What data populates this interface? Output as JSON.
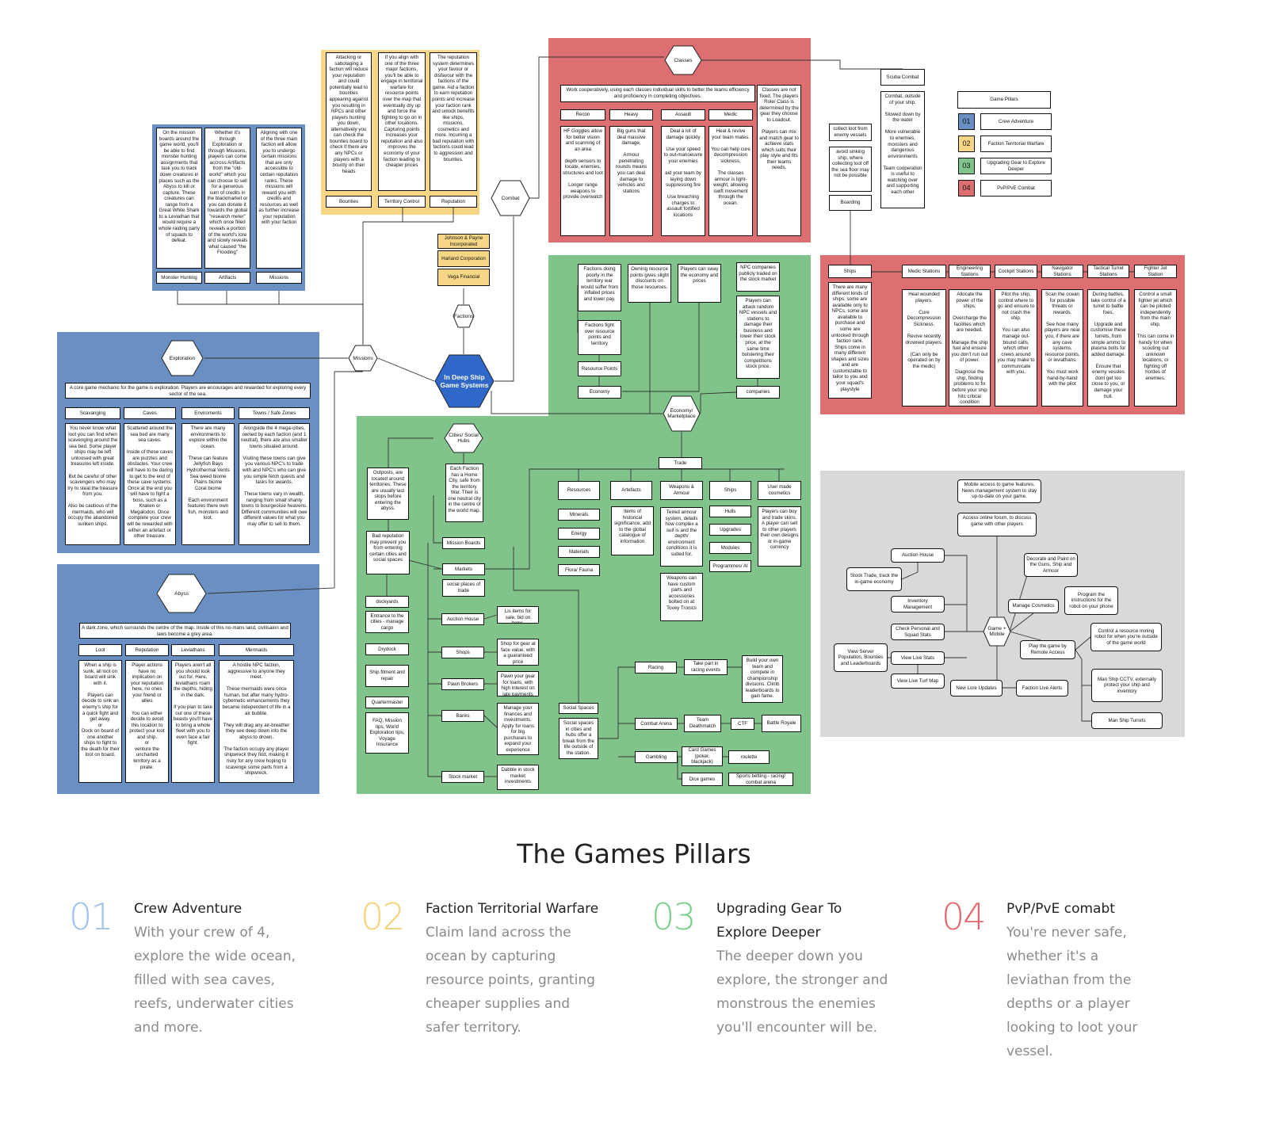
{
  "colors": {
    "blue": "#6a8fc2",
    "yellow": "#f7d786",
    "green": "#80c48c",
    "red": "#dd6e72",
    "grey": "#d9d9d9",
    "hub": "#2f68c8"
  },
  "hubs": {
    "core": "In Deep Ship\nGame Systems",
    "factions": "Factions",
    "missions": "Missions",
    "exploration": "Exploration",
    "abyss": "Abyss",
    "combat": "Combat",
    "classes": "Classes",
    "cities": "Cities/ Social\nHubs",
    "economy": "Economy/\nMarketplace",
    "game_mobile": "Game +\nMobile"
  },
  "factions_list": [
    "Johnson & Payne Incorporated",
    "Harland Corporation",
    "Vega Financial"
  ],
  "missions_top": {
    "cols": [
      {
        "text": "On the mission boards around the game world, you'll be able to find monster hunting assignments that task you to track down creatures in places such as the Abyss to kill or capture. These creatures can range from a Great White Shark to a Leviathan that would require a whole raiding party of squads to defeat.",
        "label": "Monster Hunting"
      },
      {
        "text": "Whether it's through Exploration or through Missions, players can come accross Artifacts from the \"old-world\" which you can choose to sell for a generous sum of credits in the blackmarket or you can donate it towards the global \"research meter\" which once filled reveals a portion of the world's lore and slowly reveals what caused \"the Flooding\"",
        "label": "Artifacts"
      },
      {
        "text": "Aligning with one of the three main faction will allow you to undergo certain missions that are only accessible to certain reputation ranks. These missions will reward you with credits and resources as well as further increase your reputation with your faction",
        "label": "Missions"
      }
    ]
  },
  "factions_top": {
    "cols": [
      {
        "text": "Attacking or sabotaging a faction will reduce your reputation and could potentially lead to bounties appearing against you resulting in NPCs and other players hunting you down, alternatively you can check the bounties board to check if there are any NPCs or players with a bounty on their heads",
        "label": "Bounties"
      },
      {
        "text": "If you align with one of the three major factions, you'll be able to engage in territorial warfare for resource points over the map that eventually dry up and force the fighting to go on in other locations. Capturing points increases your reputation and also improves the economy of your faction leading to cheaper prices",
        "label": "Territory Control"
      },
      {
        "text": "The reputation system determines your favour or disfavour with the factions of the game. Aid a faction to earn reputation points and increase your faction rank and unlock benefits like ships, missions, cosmetics and more. Incurring a bad reputation with factions could lead to aggression and bounties.",
        "label": "Reputation"
      }
    ]
  },
  "exploration": {
    "intro": "A core game mechanic for the game is exploration. Players are encourages and rewarded for exploring every sector of the sea.",
    "cols": [
      {
        "label": "Scavanging",
        "text": "You never know what loot you can find when scavenging around the sea bed. Some player ships may be left unloosed with great treasures left inside.\n\nBut be careful of other scavengers who may try to steal the treasure from you.\n\nAlso be cautious of the mermaids, who will occupy the abandoned sunken ships."
      },
      {
        "label": "Caves",
        "text": "Scattered around the sea bed are many sea caves.\n\nInside of these caves are puzzles and obstacles. Your crew will have to be daring to get to the end of these cave systems. Once at the end you will have to fight a boss, such as a Kraken or Megalodon. Once complete your crew will be rewarded with either an artefact or other treasure."
      },
      {
        "label": "Enviroments",
        "text": "There are many environments to explore within the ocean.\n\nThese can feature Jellyfish Bays\nHydrothermal Vents\nSea weed biome\nPlains biome\nCoral biome\n\nEach environment features there own fish, monsters and loot."
      },
      {
        "label": "Towns / Safe Zones",
        "text": "Alongside the 4 mega-cities, owned by each faction (and 1 neutral), there are also smaller towns situated around.\n\nVisiting these towns  can give you various NPC's to trade with and NPC's who can give you simple fetch quests and tasks for awards.\n\nThese towns vary in wealth, ranging from small shanty towns to bourgeoisie heavens. Different communities will owe different values for what you may offer to sell to them."
      }
    ]
  },
  "abyss": {
    "intro": "A dark zone, which surrounds the centre of the map. Inside of this no-mans land, civilisaion and laws become a grey area.",
    "cols": [
      {
        "label": "Loot",
        "text": "When a ship is sunk, all loot on board will sink with it.\n\nPlayers can decide to sink an enemy's ship for a quick fight and get away.\nor\nDock on board of one another ships to fight to the death for their loot on board."
      },
      {
        "label": "Reputation",
        "text": "Player actions have no implication on your reputation here, no ones your friend or allies\n\nYou can either decide to avoid this location to protect your loot and ship.\nor\nventure the uncharted territory as a pirate."
      },
      {
        "label": "Leviathans",
        "text": "Players aren't all you should look out for. Here, leviathans roam the depths, hiding in the dark.\n\nIf you plan to take out one of these beasts you'll have to bring a whole fleet with you to even face a fair fight."
      },
      {
        "label": "Mermaids",
        "text": "A hostile NPC faction, aggressive to anyone they meet.\n\nThese mermaids were once human, but after many hydro-cybernetic enhancements they became independent of life in a air bubble.\n\nThey will drag any air-breather they see deep down into the abyss to drown.\n\nThe faction occupy any player shipwreck they find, making it risky for any crew hoping to scavenge some parts from a shipwreck."
      }
    ]
  },
  "classes": {
    "intro": "Work cooperatively, using each classes individual skills to better the teams efficiency and proficiency in completing objectives.",
    "cols": [
      {
        "label": "Recon",
        "text": "HF Goggles allow for better vision and scanning of an area\n\ndepth sensors to locate, enemies, structures and loot\n\nLonger range weapons to provide overwatch"
      },
      {
        "label": "Heavy",
        "text": "Big guns that deal massive damage,\n\nArmour penetrating rounds means you can deal damage to vehicles and stations"
      },
      {
        "label": "Assault",
        "text": "Deal a lot of damage quickly\n\nUse your speed to out-manoeuvre your enemies\n\naid your team by laying down suppressing fire\n\nUse breaching charges to assault fortified locations"
      },
      {
        "label": "Medic",
        "text": "Heal & revive your team mates.\n\nYou can help cure decompression sickness,\n\nThe classes armour is light-weight, allowing swift movement through the ocean."
      }
    ],
    "side": "Classes are not fixed. The players Role/ Class is determined by the gear they choose to Loadout.\n\nPlayers can mix and match gear to achieve stats which suits their play style and fits their teams needs."
  },
  "scuba": {
    "label": "Scuba Combat",
    "text": "Combat, outside of your ship.\n\nSlowed down by the water\n\nMore vulnerable to enemies, monsters and dangerous environments\n\nTeam cooperation is useful to watching over and supporting each other"
  },
  "boarding": {
    "label": "Boarding",
    "a": "collect loot from enemy vessels",
    "b": "avoid sinking ship, where collecting loot off the sea floor may not be possible"
  },
  "legend": {
    "title": "Game Pillars",
    "rows": [
      {
        "num": "01",
        "label": "Crew Adventure",
        "color": "#6a8fc2"
      },
      {
        "num": "02",
        "label": "Faction Territorial Warfare",
        "color": "#f7d786"
      },
      {
        "num": "03",
        "label": "Upgrading Gear to Explore Deeper",
        "color": "#80c48c"
      },
      {
        "num": "04",
        "label": "PvP/PvE Combat",
        "color": "#dd6e72"
      }
    ]
  },
  "ships": {
    "cols": [
      {
        "label": "Ships",
        "text": "There are many different kinds of ships, some are available only to NPCs, some are available to purchase and some are unlocked through faction rank. Ships come in many different shapes and sizes and are customizable to tailor to you and your squad's playstyle"
      },
      {
        "label": "Medic Stations",
        "text": "Heal wounded players.\n\nCure Decompression Sickness.\n\nRevive recently drowned players.\n\n(Can only be operated on by the medic)"
      },
      {
        "label": "Engineering Stations",
        "text": "Allocate the power of the ships.\n\nOvercharge the facilities which are needed.\n\nManage the ship fuel and ensure you don't run out of power.\n\nDiagnose the ship, finding problems to fix before your ship hits critical condition"
      },
      {
        "label": "Cockpit Stations",
        "text": "Pilot the ship, control where to go and ensure to not crash the ship.\n\nYou can also manage out-bound calls, which other crews around you may make to communicate with you."
      },
      {
        "label": "Navigator Stations",
        "text": "Scan the ocean for possible threats or rewards.\n\nSee how many players are near you, if there are any cave systems, resource points, or leviathans.\n\nYou must work hand-by-hand with the pilot"
      },
      {
        "label": "Tactical Turret Stations",
        "text": "During battles, take control of a turret to battle foes.\n\nUpgrade and customise these turrets, from simple ammo to plasma bolts for added damage.\n\nEnsure that enemy vessles dont get too close to you, or damage your hull."
      },
      {
        "label": "Fighter Jet Station",
        "text": "Control a small fighter jet which can be piloted independently from the main ship.\n\nThis can come in handy for when scouting out unknown locations, or fighting off hordes of enemies."
      }
    ]
  },
  "economy": {
    "top": [
      "Factions doing poorly in the territory war would suffer from inflated prices and lower pay.",
      "Owning resource points gives slight discounts on those resources.",
      "Players can sway the economy and prices",
      "NPC companies publicly traded on the stock market",
      "Players can attack random NPC vessels and stations to damage their business and lower their stock price, at the same time bolstering their competitions stock price."
    ],
    "fight": "Factions fight over resource points and territory",
    "resource_points": "Resource Points",
    "economy": "Economy",
    "companies": "companies",
    "trade": "Trade",
    "trade_cols": [
      "Resources",
      "Artefacts",
      "Weapons & Armour",
      "Ships",
      "User made cosmetics"
    ],
    "resources": [
      "Minerals",
      "Energy",
      "Materials",
      "Flora/ Fauna"
    ],
    "artefacts": "Items  of historical significance, add to the global catalogue of information",
    "weapons": "Teired armour system, details how complex a suit is and the depth/ environment conditions it is suited for.",
    "weapons2": "Weapons can have custom parts and accessories bolted on at Tovey Tronics",
    "ships": [
      "Hulls",
      "Upgrades",
      "Modules",
      "Programmes/ AI"
    ],
    "cosmetics": "Players can buy and trade skins. A player can sell to other players their own designs or in-game currency"
  },
  "cities": {
    "home": "Each Faction has a Home City, safe from the territory War. Their is one neutral city in the centre of the world map.",
    "outposts": "Outposts, are located around territories. These are usually last stops before entering the abyss.",
    "bad_rep": "Bad reputation may prevent you from entering certain cities and social spaces",
    "left": [
      "dockyards",
      "Entrance to the cities - manage cargo",
      "Drydock",
      "Ship fitment and repair",
      "Quartermaster",
      "FAQ, Mission tips, World Exploration tips, Voyage Insurance"
    ],
    "mission_boards": "Mission Boards",
    "markets": "Markets",
    "social_trade": "social places of trade",
    "market_items": [
      {
        "label": "Auction House",
        "text": "Lis items for sale, bid on items."
      },
      {
        "label": "Shops",
        "text": "Shop for gear at face value, with a guaranteed price"
      },
      {
        "label": "Pawn Brokers",
        "text": "Pawn your gear for loans, with high interest on late payments"
      },
      {
        "label": "Banks",
        "text": "Manage your finances and investments. Apply for loans for big purchases to expand your experience"
      },
      {
        "label": "Stock market",
        "text": "Dabble in stock market investments"
      }
    ],
    "social": "Social Spaces",
    "social_text": "Social  spaces in cities and hubs offer a break from the life outside of the station.",
    "racing": "Racing",
    "racing_events": "Take part in racing events",
    "racing_build": "Build your own team and compete in championship divisions. Climb leaderboards to gain fame.",
    "combat_arena": "Combat Arena",
    "arena_modes": [
      "Team Deathmatch",
      "CTF",
      "Battle Royale"
    ],
    "gambling": "Gambling",
    "gambling_items": [
      "Card Games (poker, blackjack)",
      "roulette",
      "Dice games",
      "Sports betting - racing/ combat arena"
    ]
  },
  "mobile": {
    "top": "Mobile access to game features. News management system to stay up-to-date on your game.",
    "forum": "Access online forum, to discuss game with other players",
    "auction": "Auction House",
    "stock": "Stock Trade, track the in-game economy",
    "decorate": "Decorate and Paint on the Guns, Ship and Armour",
    "inventory": "Inventory Management",
    "manage_cosmetics": "Manage Cosmetics",
    "program": "Program the instructions for the robot on your phone",
    "check_stats": "Check Personal and Squad Stats",
    "view_server": "View Server Population, Bounties and Leaderboards",
    "live_stats": "View Live Stats",
    "turf": "View Live Turf Map",
    "remote": "Play the game by Remote Access",
    "robot": "Control a resource mining robot for when you're outside of the game world",
    "lore": "New Lore Updates",
    "faction_alerts": "Faction Live Alerts",
    "cctv": "Man Ship CCTV, externally protect your ship and inventory",
    "turrets": "Man Ship Turrets"
  },
  "pillars": {
    "title": "The Games Pillars",
    "items": [
      {
        "num": "01",
        "name": "Crew Adventure",
        "desc": "With your crew of 4, explore the wide ocean, filled with sea caves, reefs, underwater cities and more.",
        "color": "#9fc3ee"
      },
      {
        "num": "02",
        "name": "Faction Territorial Warfare",
        "desc": "Claim land across the ocean by capturing resource points, granting cheaper supplies and safer territory.",
        "color": "#f6d278"
      },
      {
        "num": "03",
        "name": "Upgrading Gear To Explore Deeper",
        "desc": "The deeper down you explore, the stronger and monstrous the enemies you'll encounter will be.",
        "color": "#7fcf8e"
      },
      {
        "num": "04",
        "name": "PvP/PvE comabt",
        "desc": "You're never safe, whether it's a leviathan from the depths or a player looking to loot your vessel.",
        "color": "#e4676f"
      }
    ]
  }
}
